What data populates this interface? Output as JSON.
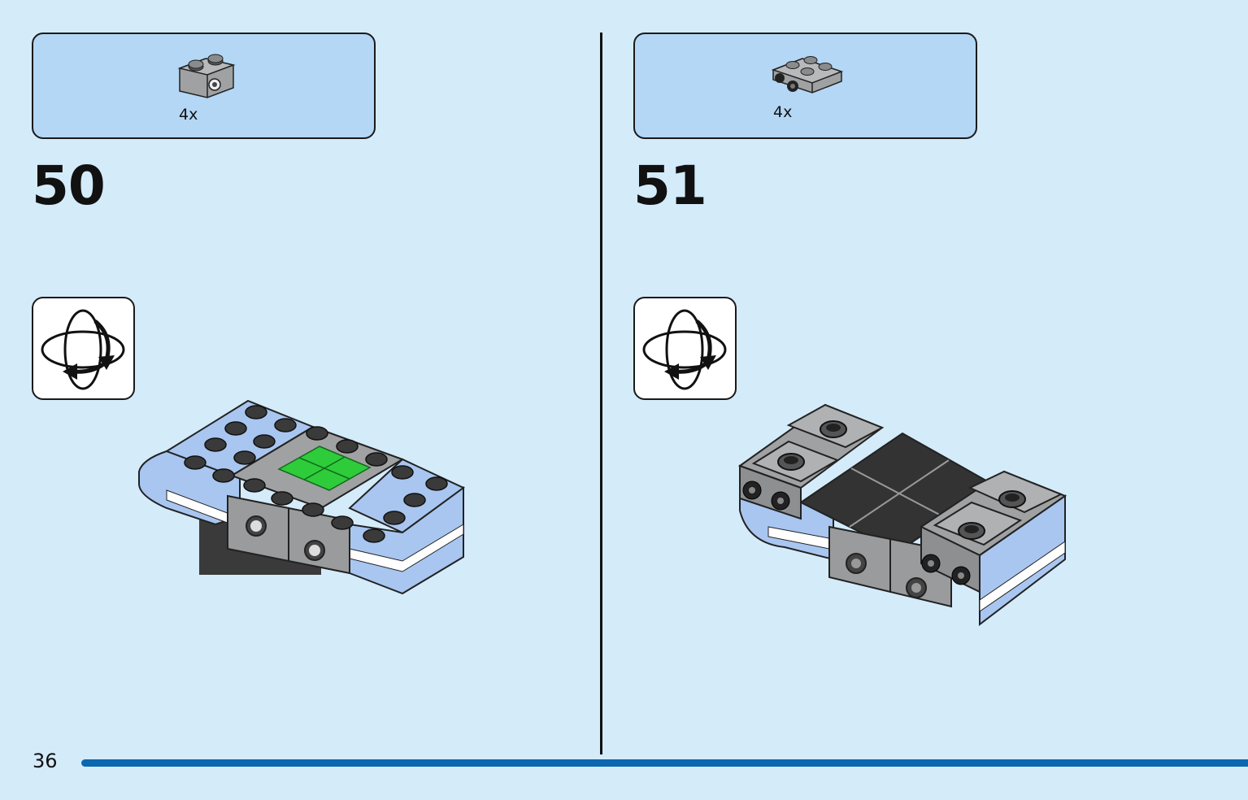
{
  "page": {
    "number": "36"
  },
  "steps": [
    {
      "number": "50",
      "parts_quantity": "4x",
      "part_icon": "brick-1x2-with-hole-icon",
      "rotate_icon": "rotate-model-icon"
    },
    {
      "number": "51",
      "parts_quantity": "4x",
      "part_icon": "plate-2x2-with-wheel-holders-icon",
      "rotate_icon": "rotate-model-icon"
    }
  ],
  "colors": {
    "background": "#d4ebfa",
    "parts_box": "#b3d7f5",
    "progress_bar": "#0a67b0",
    "light_gray_brick": "#a0a1a3",
    "light_blue_brick": "#a8c6f0",
    "green_tile": "#2ecc3a",
    "dark_tile": "#333333"
  }
}
